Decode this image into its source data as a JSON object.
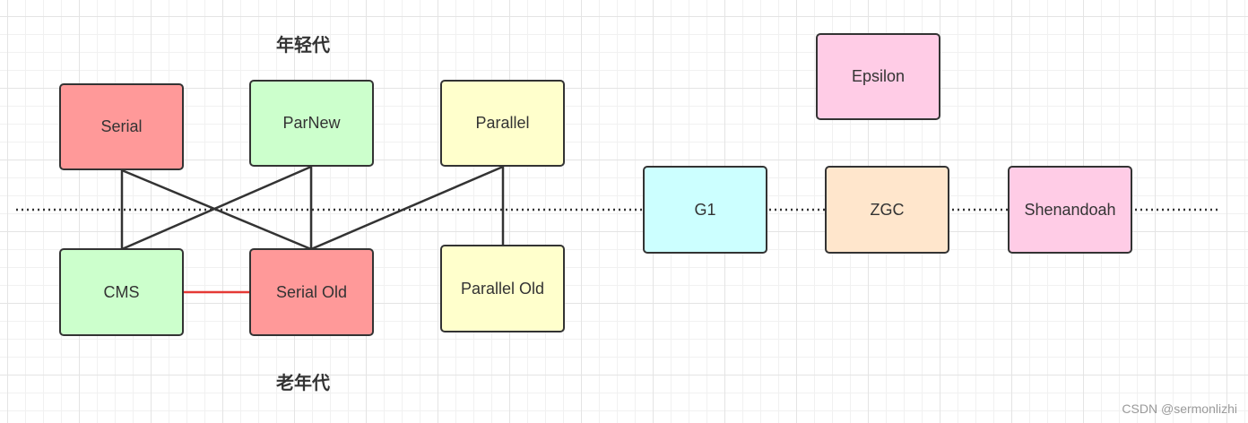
{
  "labels": {
    "young": "年轻代",
    "old": "老年代"
  },
  "nodes": {
    "serial": {
      "text": "Serial",
      "fill": "#FF9999"
    },
    "parnew": {
      "text": "ParNew",
      "fill": "#CCFFCC"
    },
    "parallel": {
      "text": "Parallel",
      "fill": "#FFFFCC"
    },
    "cms": {
      "text": "CMS",
      "fill": "#CCFFCC"
    },
    "serial_old": {
      "text": "Serial Old",
      "fill": "#FF9999"
    },
    "parallel_old": {
      "text": "Parallel Old",
      "fill": "#FFFFCC"
    },
    "epsilon": {
      "text": "Epsilon",
      "fill": "#FFCCE6"
    },
    "g1": {
      "text": "G1",
      "fill": "#CCFFFF"
    },
    "zgc": {
      "text": "ZGC",
      "fill": "#FFE6CC"
    },
    "shenandoah": {
      "text": "Shenandoah",
      "fill": "#FFCCE6"
    }
  },
  "edges": [
    {
      "from": "Serial",
      "to": "CMS"
    },
    {
      "from": "Serial",
      "to": "Serial Old"
    },
    {
      "from": "ParNew",
      "to": "CMS"
    },
    {
      "from": "ParNew",
      "to": "Serial Old"
    },
    {
      "from": "Parallel",
      "to": "Serial Old"
    },
    {
      "from": "Parallel",
      "to": "Parallel Old"
    },
    {
      "from": "CMS",
      "to": "Serial Old",
      "color": "#E53935"
    }
  ],
  "watermark": "CSDN @sermonlizhi"
}
